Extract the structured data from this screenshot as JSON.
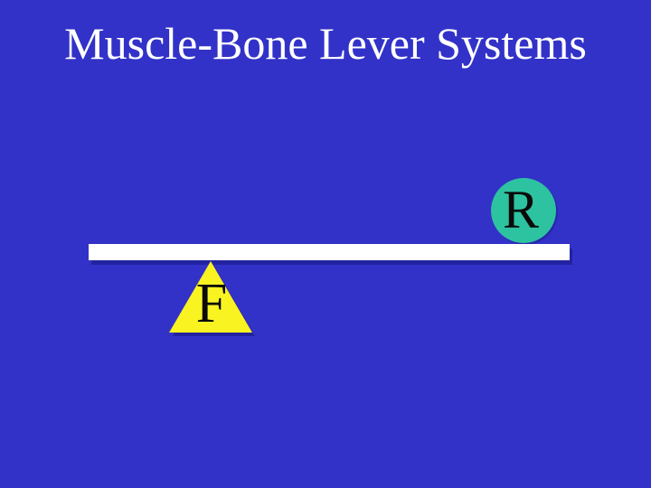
{
  "slide": {
    "title": "Muscle-Bone Lever Systems",
    "diagram": {
      "lever_bar": {
        "shape": "horizontal-bar"
      },
      "resistance": {
        "label": "R",
        "shape": "circle"
      },
      "fulcrum": {
        "label": "F",
        "shape": "triangle"
      }
    },
    "colors": {
      "background": "#3232C8",
      "title_text": "#FFFFFF",
      "lever_bar": "#FFFFFF",
      "resistance_circle": "#2DC3A0",
      "fulcrum_triangle": "#F9F322",
      "label_text": "#0A0A0A"
    }
  }
}
